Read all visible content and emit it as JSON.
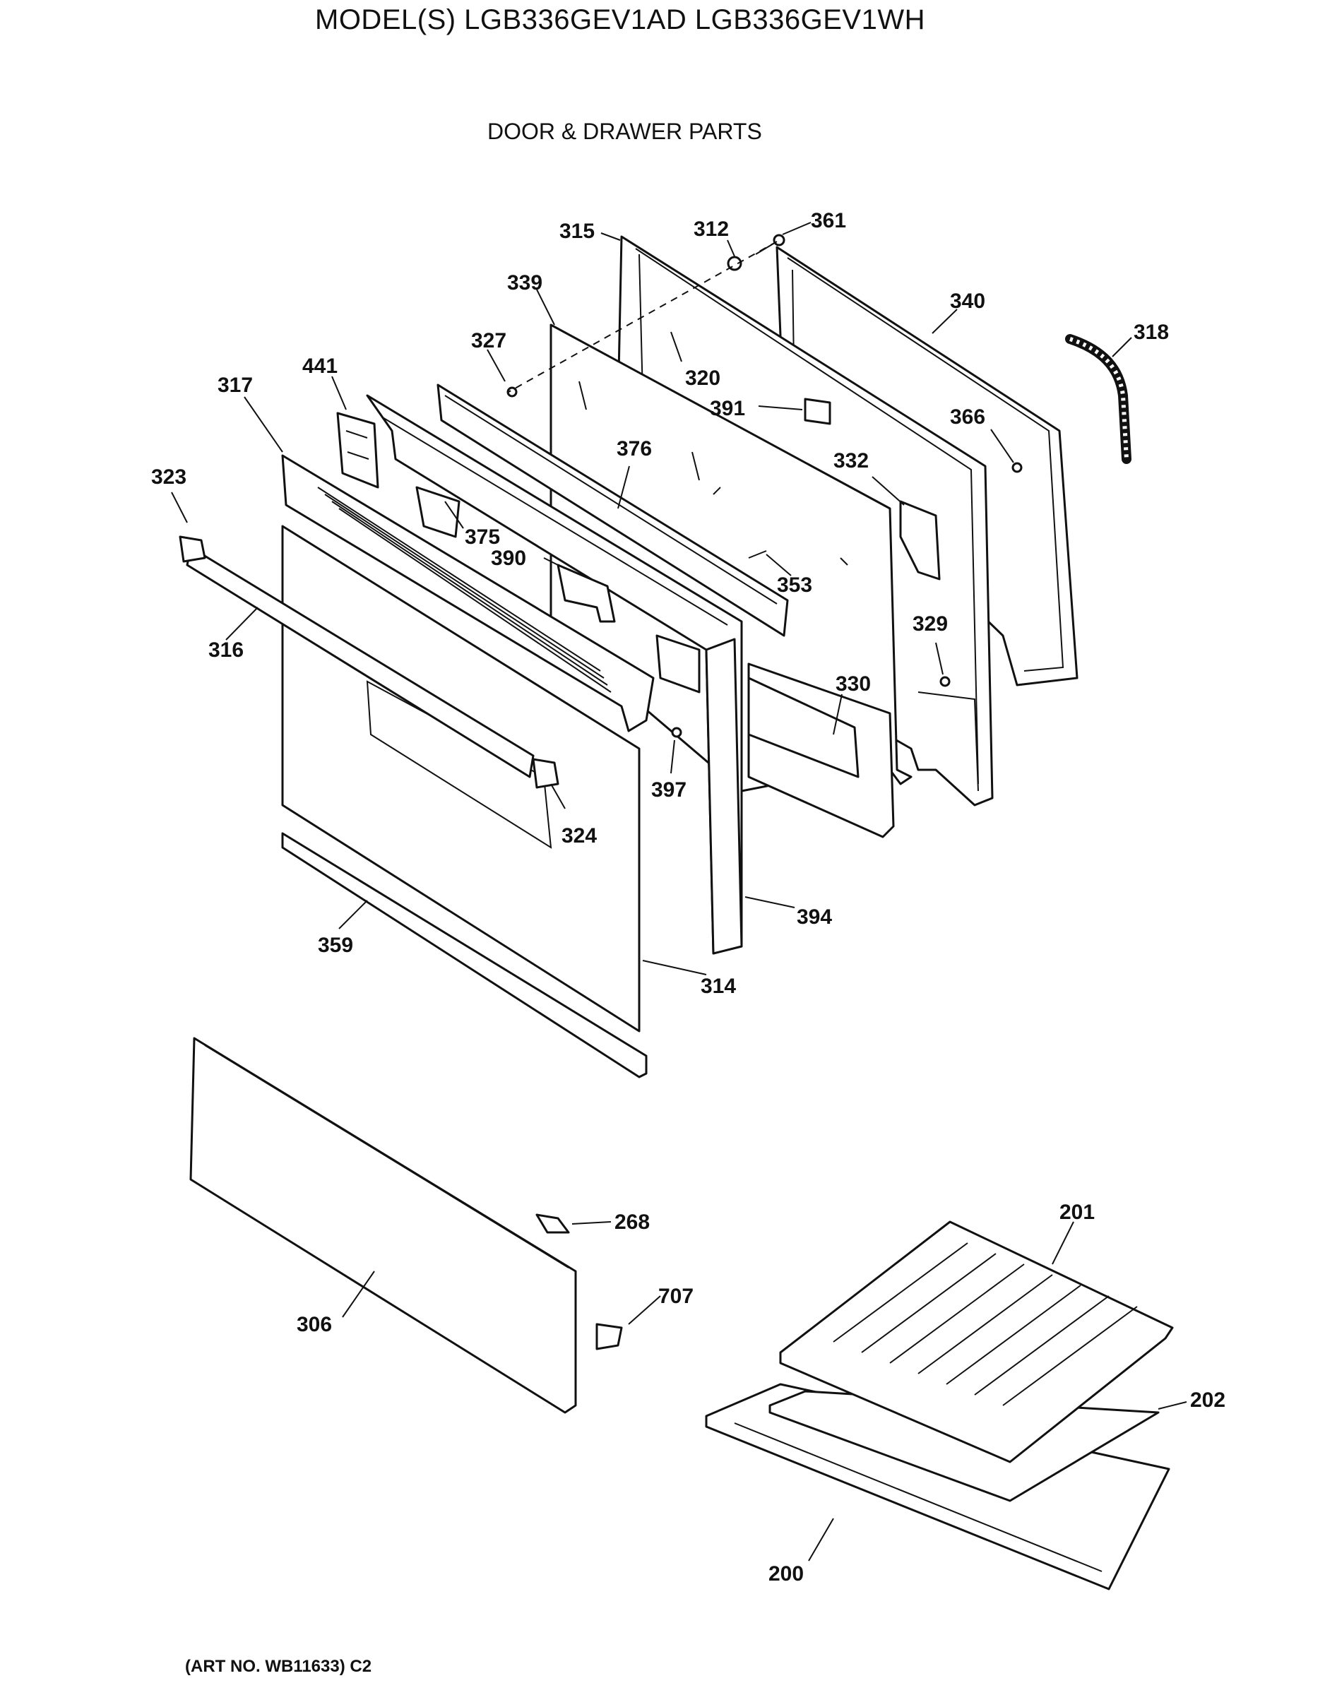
{
  "header": {
    "model_line": "MODEL(S) LGB336GEV1AD  LGB336GEV1WH",
    "section_title": "DOOR & DRAWER PARTS"
  },
  "footer": {
    "art_number": "(ART NO. WB11633) C2"
  },
  "callouts": {
    "p315": "315",
    "p312": "312",
    "p361": "361",
    "p339": "339",
    "p340": "340",
    "p318": "318",
    "p327": "327",
    "p320": "320",
    "p441": "441",
    "p317": "317",
    "p391": "391",
    "p366": "366",
    "p376": "376",
    "p332": "332",
    "p323": "323",
    "p375": "375",
    "p390": "390",
    "p353": "353",
    "p316": "316",
    "p329": "329",
    "p330": "330",
    "p397": "397",
    "p324": "324",
    "p394": "394",
    "p359": "359",
    "p314": "314",
    "p201": "201",
    "p268": "268",
    "p707": "707",
    "p306": "306",
    "p202": "202",
    "p200": "200"
  }
}
